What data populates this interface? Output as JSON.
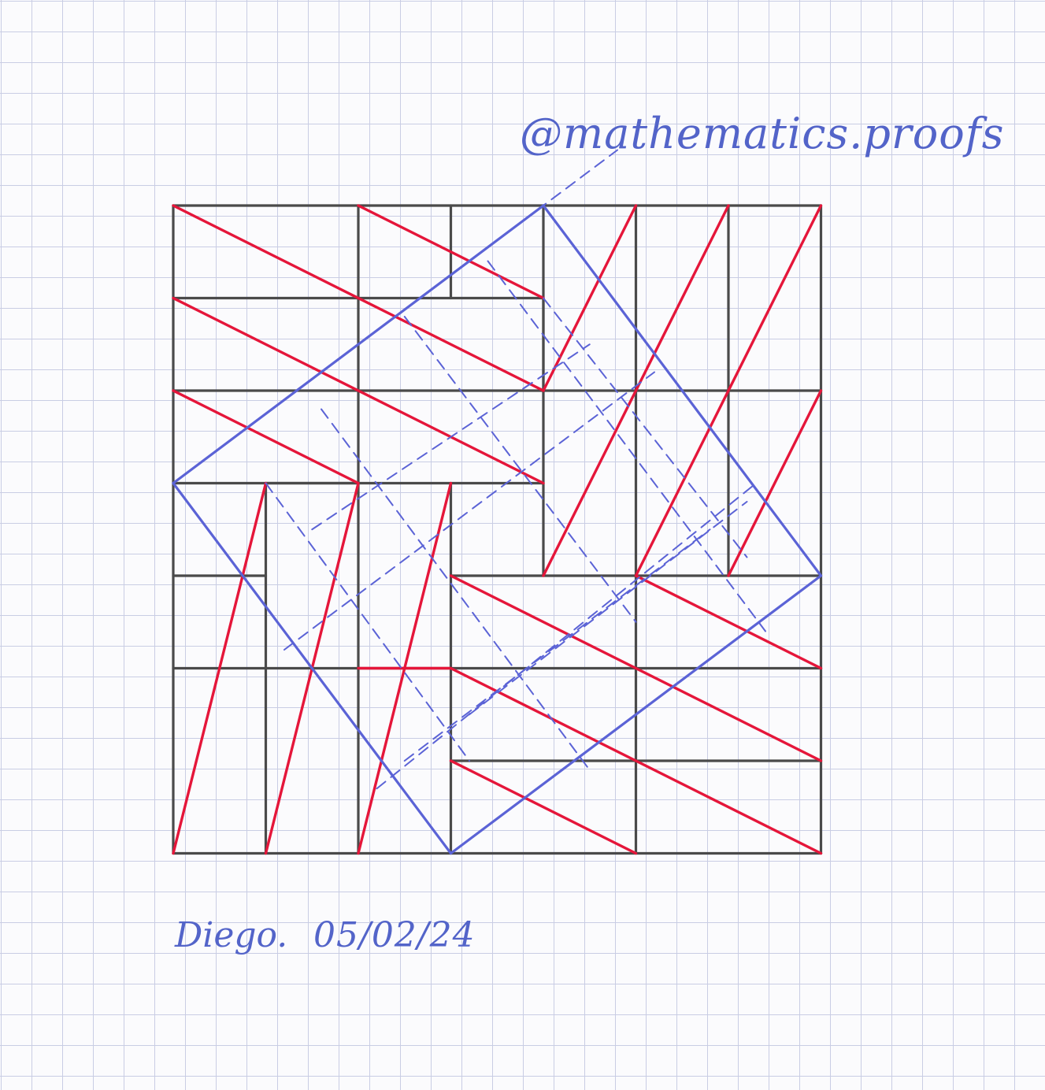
{
  "annotations": {
    "handle": "@mathematics.proofs",
    "signature": "Diego.",
    "date": "05/02/24"
  },
  "colors": {
    "grid_paper": "#c9cde4",
    "frame": "#4a4a4a",
    "red_strokes": "#e5163a",
    "blue_strokes": "#5b63d6",
    "ink": "#5364c9"
  }
}
